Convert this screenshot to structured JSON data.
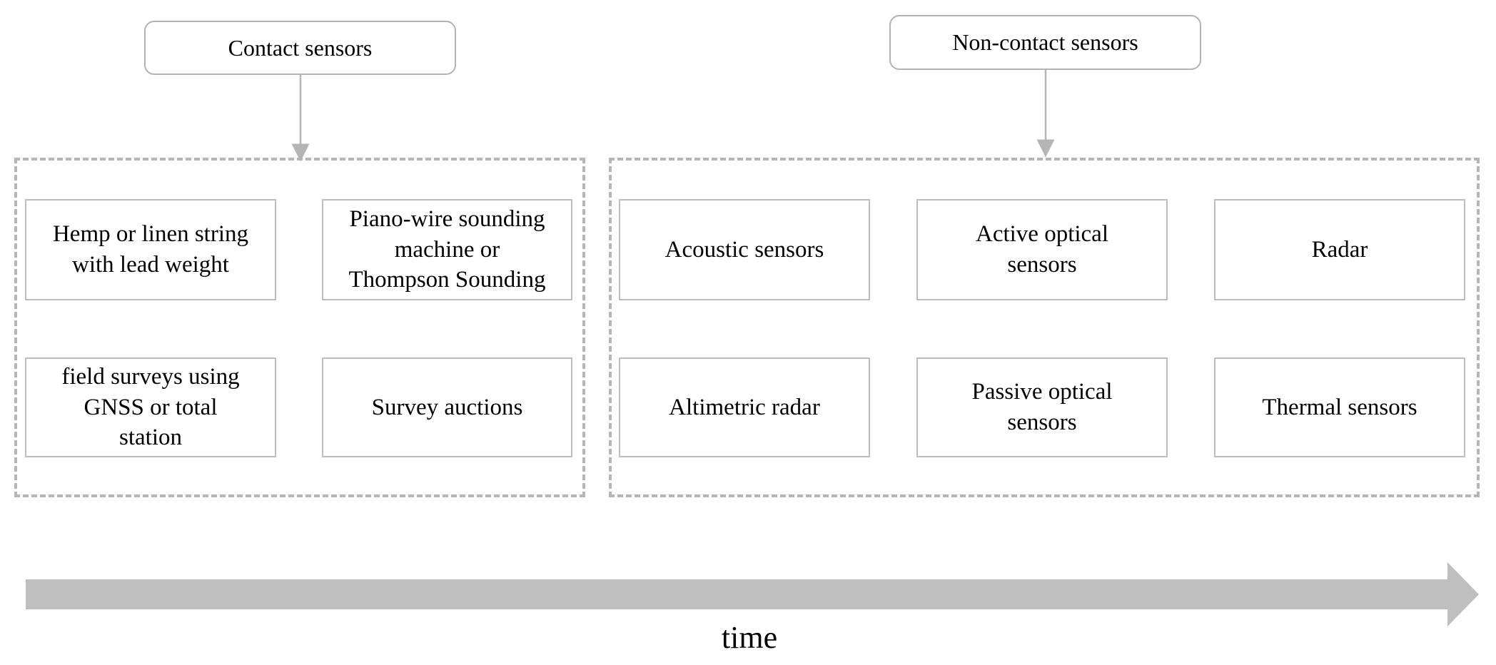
{
  "groups": {
    "contact": {
      "title": "Contact sensors",
      "items": [
        "Hemp or linen string\nwith lead weight",
        "Piano-wire sounding\nmachine or\nThompson Sounding",
        "field surveys using\nGNSS or total\nstation",
        "Survey auctions"
      ]
    },
    "non_contact": {
      "title": "Non-contact sensors",
      "items": [
        "Acoustic sensors",
        "Active optical\nsensors",
        "Radar",
        "Altimetric radar",
        "Passive optical\nsensors",
        "Thermal sensors"
      ]
    }
  },
  "timeline": {
    "label": "time"
  },
  "colors": {
    "border": "#b5b5b5",
    "arrow": "#bfbfbf"
  }
}
